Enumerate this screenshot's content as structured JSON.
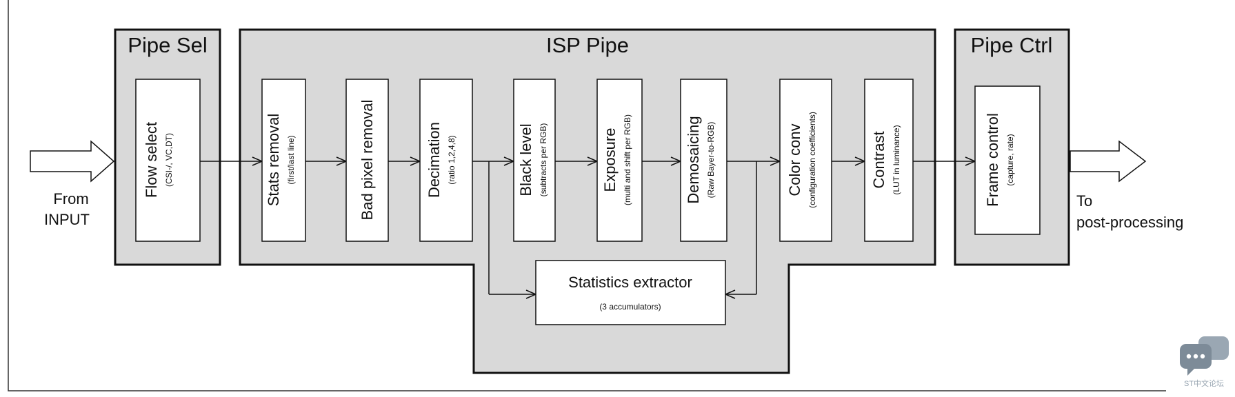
{
  "groups": {
    "pipe_sel": "Pipe Sel",
    "isp_pipe": "ISP Pipe",
    "pipe_ctrl": "Pipe Ctrl"
  },
  "blocks": {
    "flow_select": {
      "title": "Flow select",
      "sub": "(CSI-/, VC,DT)"
    },
    "stats_removal": {
      "title": "Stats removal",
      "sub": "(first/last line)"
    },
    "bad_pixel_removal": {
      "title": "Bad pixel removal",
      "sub": ""
    },
    "decimation": {
      "title": "Decimation",
      "sub": "(ratio 1,2,4,8)"
    },
    "black_level": {
      "title": "Black level",
      "sub": "(subtracts per RGB)"
    },
    "exposure": {
      "title": "Exposure",
      "sub": "(multi and shift per RGB)"
    },
    "demosaicing": {
      "title": "Demosaicing",
      "sub": "(Raw Bayer-to-RGB)"
    },
    "color_conv": {
      "title": "Color conv",
      "sub": "(configuration coefficients)"
    },
    "contrast": {
      "title": "Contrast",
      "sub": "(LUT in luminance)"
    },
    "frame_control": {
      "title": "Frame control",
      "sub": "(capture, rate)"
    },
    "statistics_extractor": {
      "title": "Statistics extractor",
      "sub": "(3 accumulators)"
    }
  },
  "io": {
    "input_line1": "From",
    "input_line2": "INPUT",
    "output_line1": "To",
    "output_line2": "post-processing"
  },
  "watermark": "ST中文论坛"
}
